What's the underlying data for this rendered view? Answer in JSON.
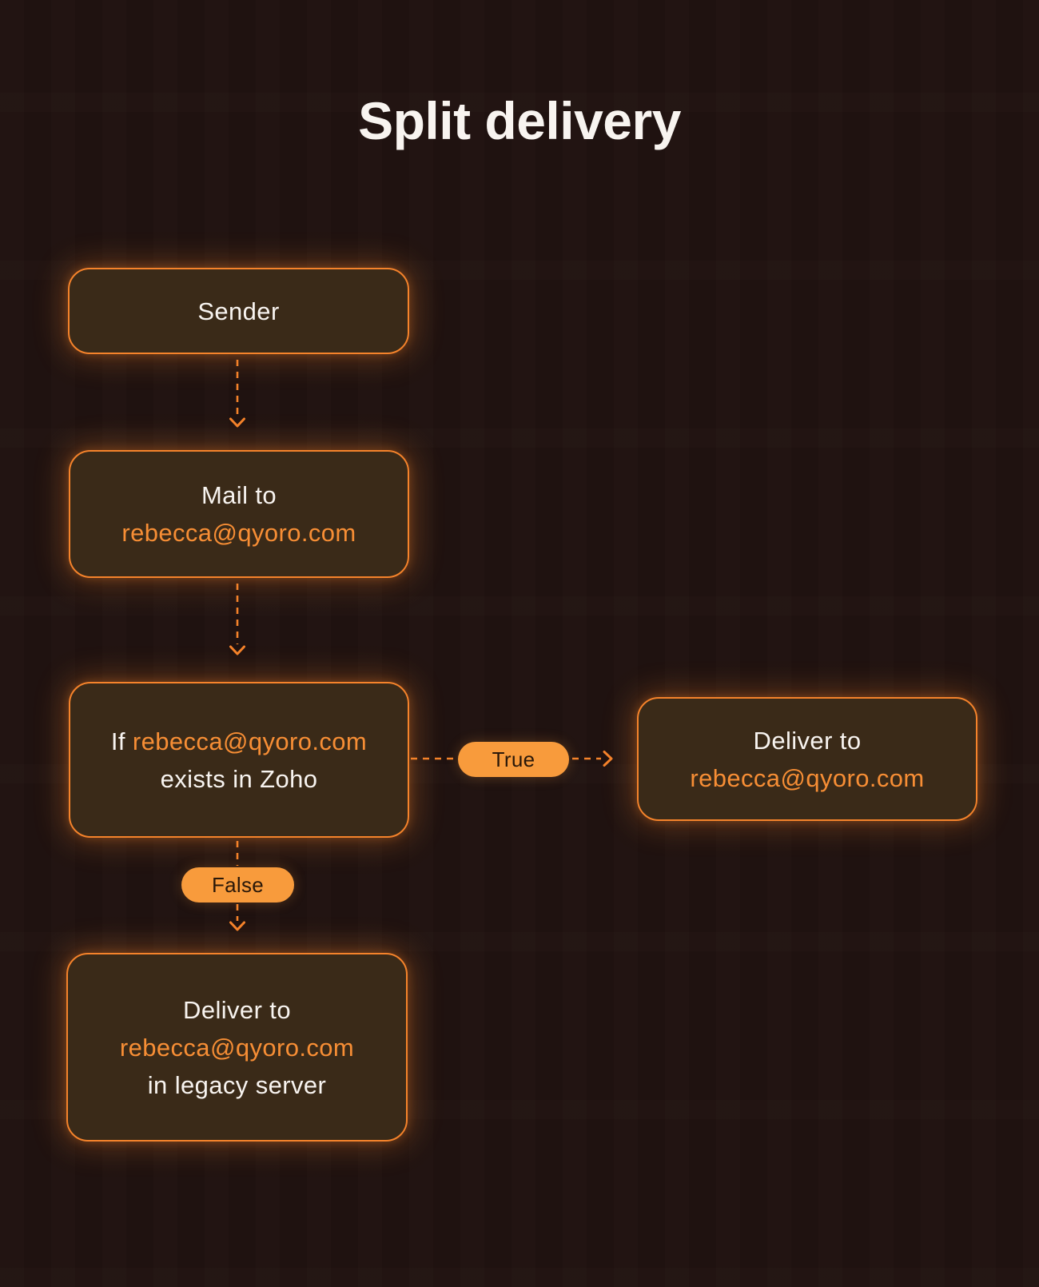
{
  "title": "Split delivery",
  "colors": {
    "background": "#1F1210",
    "node_fill": "#3A2A18",
    "accent": "#F5832B",
    "orange_text": "#F78E35",
    "white_text": "#F8F4F0",
    "pill_fill": "#F89B3C",
    "pill_text": "#2A1809"
  },
  "nodes": {
    "sender": {
      "label": "Sender"
    },
    "mail": {
      "line1": "Mail to",
      "line2": "rebecca@qyoro.com"
    },
    "condition": {
      "line1_prefix": "If",
      "line1_email": "rebecca@qyoro.com",
      "line2": "exists in Zoho"
    },
    "deliver_true": {
      "line1": "Deliver to",
      "line2": "rebecca@qyoro.com"
    },
    "deliver_false": {
      "line1": "Deliver to",
      "line2": "rebecca@qyoro.com",
      "line3": "in legacy server"
    }
  },
  "edges": {
    "true_label": "True",
    "false_label": "False"
  }
}
